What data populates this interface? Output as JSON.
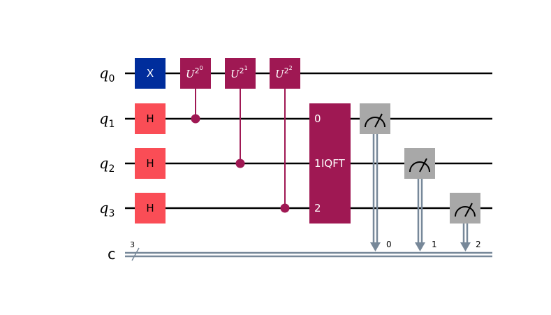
{
  "colors": {
    "wire": "#000000",
    "classical_wire": "#778899",
    "x_gate": "#002D9C",
    "h_gate": "#FA4D56",
    "controlled_u": "#9F1853",
    "measure": "#A8A8A8",
    "gate_text": "#FFFFFF",
    "label_text": "#000000"
  },
  "wires": {
    "qubits": [
      {
        "name": "q",
        "index": "0"
      },
      {
        "name": "q",
        "index": "1"
      },
      {
        "name": "q",
        "index": "2"
      },
      {
        "name": "q",
        "index": "3"
      }
    ],
    "classical": {
      "name": "c",
      "size": "3"
    }
  },
  "gates": {
    "x": {
      "label": "X"
    },
    "h": {
      "label": "H"
    },
    "controlled_u": [
      {
        "base": "U",
        "power_base": "2",
        "power_exp": "0"
      },
      {
        "base": "U",
        "power_base": "2",
        "power_exp": "1"
      },
      {
        "base": "U",
        "power_base": "2",
        "power_exp": "2"
      }
    ],
    "iqft": {
      "label": "IQFT",
      "inputs": [
        "0",
        "1",
        "2"
      ]
    }
  },
  "measurements": [
    {
      "icon": "meter-icon",
      "bit": "0"
    },
    {
      "icon": "meter-icon",
      "bit": "1"
    },
    {
      "icon": "meter-icon",
      "bit": "2"
    }
  ]
}
